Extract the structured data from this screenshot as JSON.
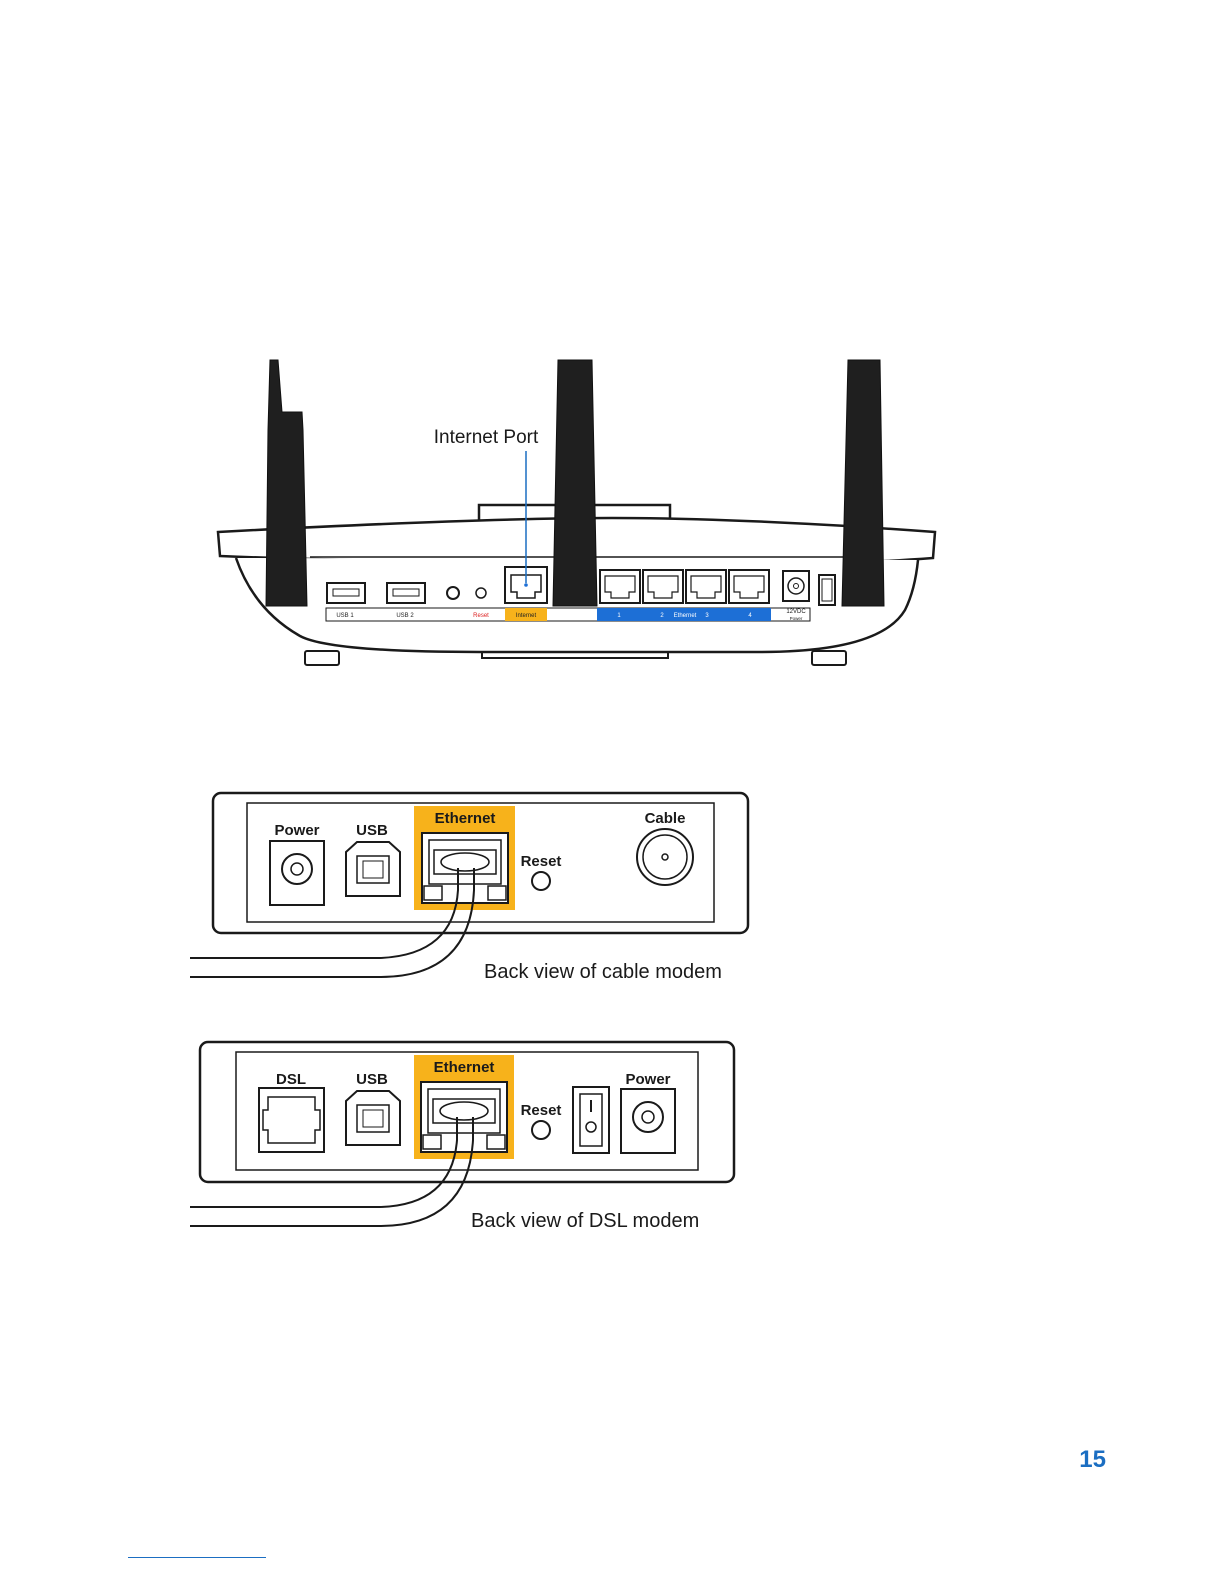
{
  "router": {
    "callout": "Internet Port",
    "ports": {
      "usb1": "USB 1",
      "usb2": "USB 2",
      "reset": "Reset",
      "internet": "Internet",
      "eth1": "1",
      "eth2": "2",
      "eth_label": "Ethernet",
      "eth3": "3",
      "eth4": "4",
      "power_v": "12VDC",
      "power": "Power"
    }
  },
  "cable_modem": {
    "power": "Power",
    "usb": "USB",
    "ethernet": "Ethernet",
    "reset": "Reset",
    "cable": "Cable",
    "caption": "Back view of cable modem"
  },
  "dsl_modem": {
    "dsl": "DSL",
    "usb": "USB",
    "ethernet": "Ethernet",
    "reset": "Reset",
    "power": "Power",
    "caption": "Back view of DSL modem"
  },
  "page_number": "15",
  "colors": {
    "highlight": "#f7b21b",
    "lan_blue": "#1d6fd6",
    "accent": "#1b6ec2"
  }
}
